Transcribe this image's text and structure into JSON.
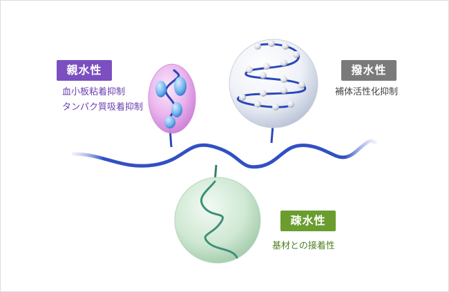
{
  "hydrophilic": {
    "label": "親水性",
    "lines": [
      "血小板粘着抑制",
      "タンパク質吸着抑制"
    ],
    "color": "#7b4fc0"
  },
  "amphiphilic": {
    "label": "撥水性",
    "lines": [
      "補体活性化抑制"
    ],
    "color": "#7a7a7a"
  },
  "hydrophobic": {
    "label": "疎水性",
    "lines": [
      "基材との接着性"
    ],
    "color": "#6a9d2e"
  },
  "colors": {
    "backbone": "#2a47b8",
    "pink_sphere": "#e7a6ea",
    "clear_sphere": "#dde3ef",
    "green_sphere": "#c8e4cd"
  }
}
